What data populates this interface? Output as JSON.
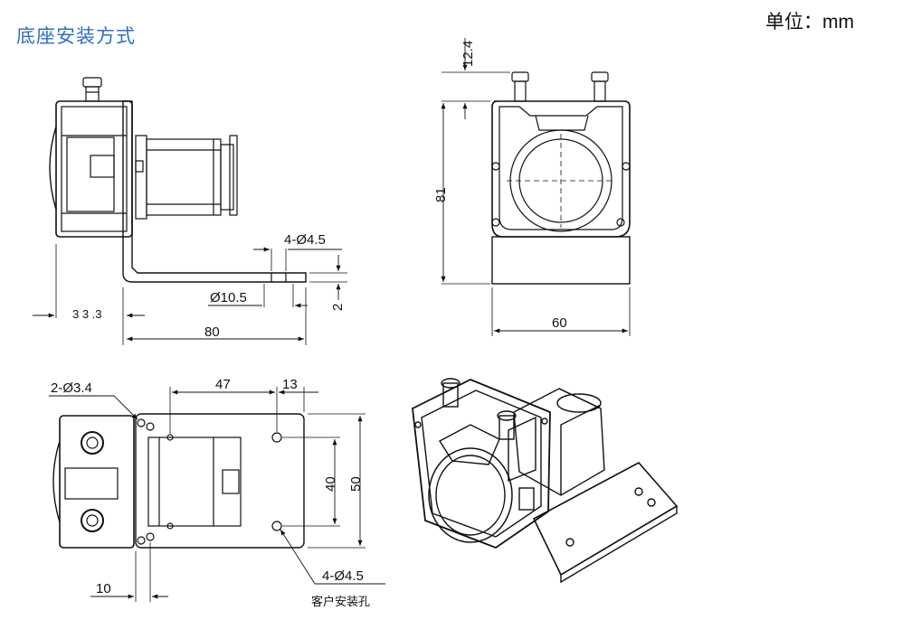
{
  "header": {
    "title": "底座安装方式",
    "unit": "单位：mm"
  },
  "dimensions": {
    "side_hole_spec": "4-Ø4.5",
    "side_dia": "Ø10.5",
    "side_thickness": "2",
    "side_length": "80",
    "side_small": "3 3 .3",
    "front_top": "12.4",
    "front_height": "81",
    "front_width": "60",
    "bottom_hole_small": "2-Ø3.4",
    "bottom_47": "47",
    "bottom_13": "13",
    "bottom_40": "40",
    "bottom_50": "50",
    "bottom_10": "10",
    "bottom_hole_spec": "4-Ø4.5"
  },
  "labels": {
    "customer_holes": "客户安装孔"
  }
}
